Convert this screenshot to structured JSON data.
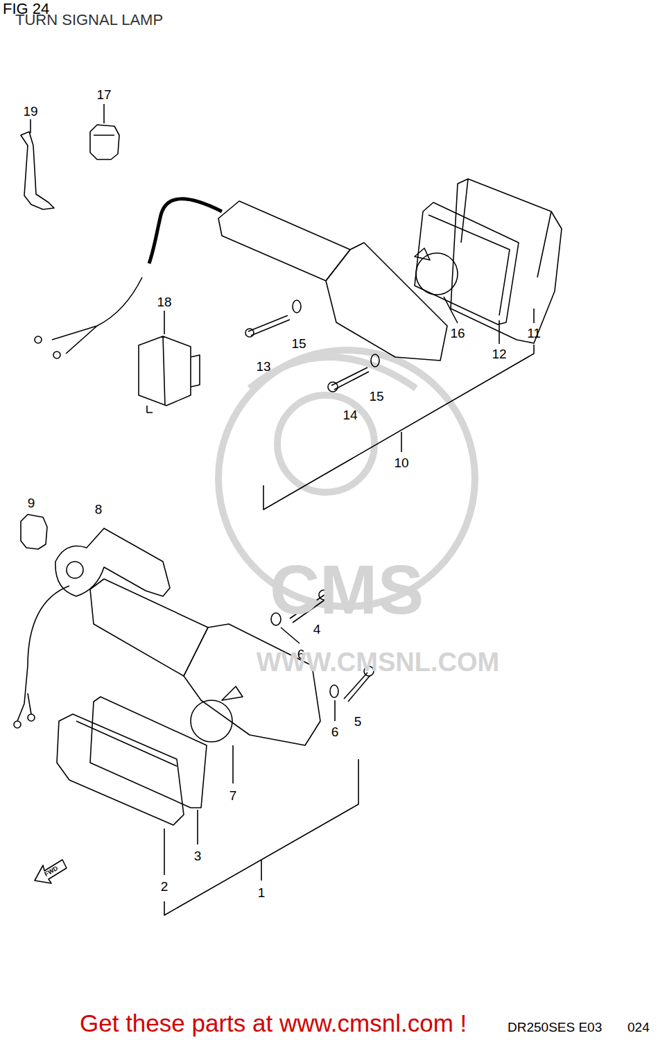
{
  "diagram": {
    "title": "FIG 24",
    "labels": [
      "TURN SIGNAL LAMP",
      "17",
      "19",
      "18",
      "13",
      "15",
      "16",
      "12",
      "11",
      "14",
      "15",
      "10",
      "9",
      "8",
      "4",
      "6",
      "6",
      "5",
      "7",
      "3",
      "2",
      "1",
      "CMS",
      "WWW.CMSNL.COM",
      "FWD",
      "Get these parts at www.cmsnl.com !",
      "DR250SES E03",
      "024"
    ]
  }
}
